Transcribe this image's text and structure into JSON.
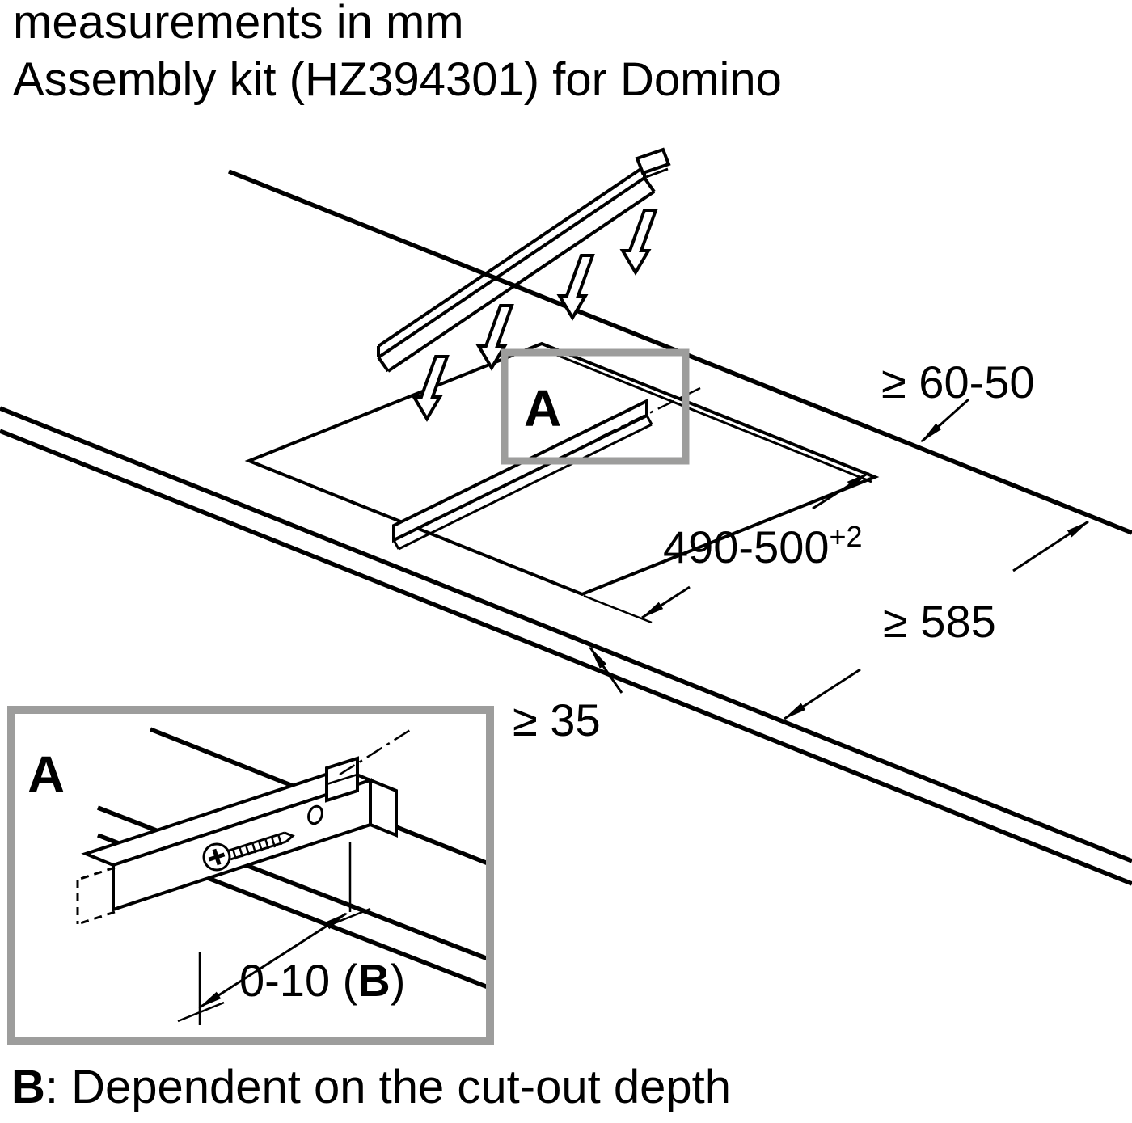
{
  "header": {
    "line1": "measurements in mm",
    "line2": "Assembly kit (HZ394301) for Domino"
  },
  "labels": {
    "detail_marker": "A",
    "detail_marker_box": "A"
  },
  "dimensions": {
    "rear_gap": "≥ 60-50",
    "cutout_depth": "490-500",
    "cutout_depth_tolerance": "+2",
    "worktop_depth": "≥ 585",
    "front_gap": "≥ 35",
    "overhang_prefix": "0-10 (",
    "overhang_bold": "B",
    "overhang_suffix": ")"
  },
  "footer": {
    "bold_prefix": "B",
    "text": ": Dependent on the cut-out depth"
  },
  "colors": {
    "line": "#000000",
    "background": "#ffffff",
    "detail_frame": "#9d9d9c"
  }
}
